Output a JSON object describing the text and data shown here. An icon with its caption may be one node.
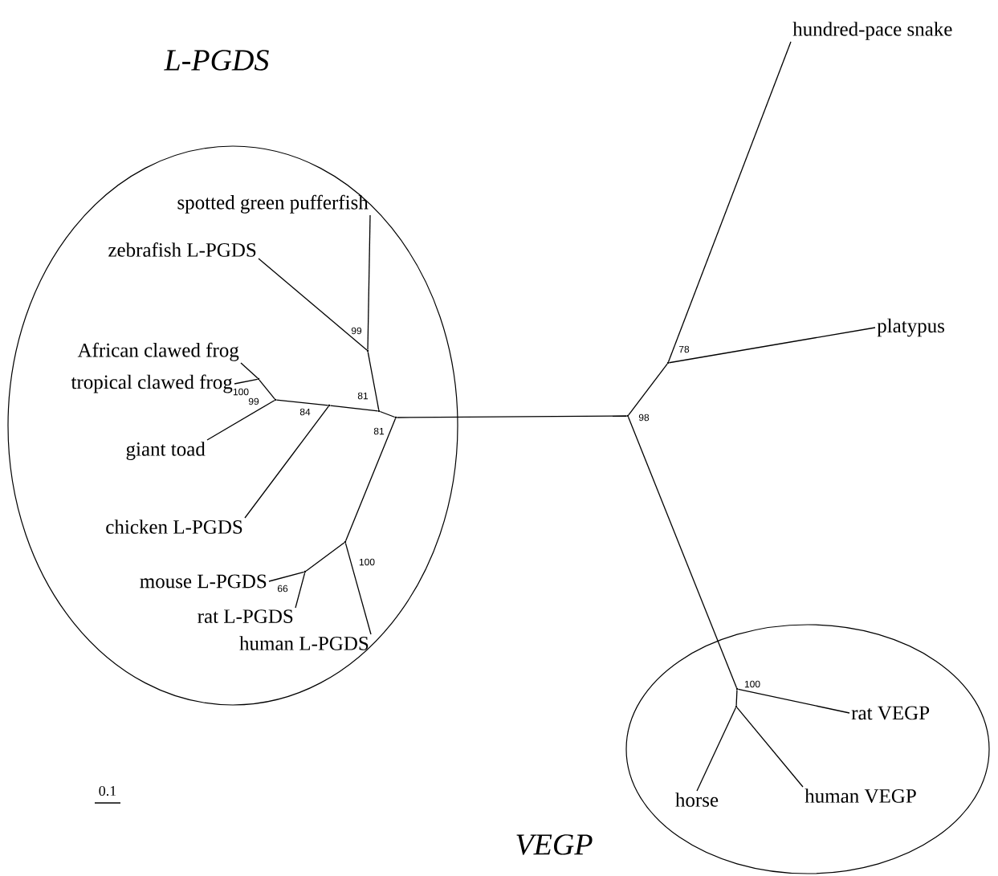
{
  "diagram": {
    "nodes": [
      {
        "text": [
          "L-PGDS"
        ]
      },
      {
        "text": [
          "VEGP"
        ]
      },
      {
        "text": [
          "hundred-pace snake"
        ]
      },
      {
        "text": [
          "spotted green pufferfish"
        ],
        "in": 0
      },
      {
        "text": [
          "zebrafish L-PGDS"
        ],
        "in": 0
      },
      {
        "text": [
          "platypus"
        ]
      },
      {
        "text": [
          "African clawed frog"
        ],
        "in": 0
      },
      {
        "text": [
          "tropical clawed frog"
        ],
        "in": 0
      },
      {
        "text": [
          "giant toad"
        ],
        "in": 0
      },
      {
        "text": [
          "chicken L-PGDS"
        ],
        "in": 0
      },
      {
        "text": [
          "mouse L-PGDS"
        ],
        "in": 0
      },
      {
        "text": [
          "rat L-PGDS"
        ],
        "in": 0
      },
      {
        "text": [
          "human L-PGDS"
        ],
        "in": 0
      },
      {
        "text": [
          "rat VEGP"
        ],
        "in": 1
      },
      {
        "text": [
          "horse"
        ],
        "in": 1
      },
      {
        "text": [
          "human VEGP"
        ],
        "in": 1
      },
      {
        "text": [],
        "shape": "point",
        "beside": [
          "99"
        ],
        "in": 0
      },
      {
        "text": [],
        "shape": "point",
        "beside": [
          "81"
        ],
        "in": 0
      },
      {
        "text": [],
        "shape": "point",
        "in": 0
      },
      {
        "text": [],
        "shape": "point",
        "beside": [
          "99"
        ],
        "in": 0
      },
      {
        "text": [],
        "shape": "point",
        "beside": [
          "84"
        ],
        "in": 0
      },
      {
        "text": [],
        "shape": "point",
        "beside": [
          "81"
        ],
        "in": 0
      },
      {
        "text": [],
        "shape": "point",
        "beside": [
          "100"
        ],
        "in": 0
      },
      {
        "text": [],
        "shape": "point",
        "in": 0
      },
      {
        "text": [],
        "shape": "point",
        "beside": [
          "98"
        ]
      },
      {
        "text": [],
        "shape": "point",
        "beside": [
          "78"
        ]
      },
      {
        "text": [],
        "shape": "point",
        "beside": [
          "100"
        ],
        "in": 1
      },
      {
        "text": [],
        "shape": "point",
        "in": 1
      }
    ],
    "edges": [
      {
        "from": 16,
        "to": 3,
        "arrow": "none"
      },
      {
        "from": 16,
        "to": 4,
        "arrow": "none"
      },
      {
        "from": 17,
        "to": 16,
        "arrow": "none"
      },
      {
        "from": 18,
        "to": 6,
        "arrow": "none"
      },
      {
        "from": 18,
        "to": 7,
        "arrow": "none"
      },
      {
        "from": 19,
        "to": 18,
        "arrow": "none"
      },
      {
        "from": 19,
        "to": 8,
        "arrow": "none"
      },
      {
        "from": 20,
        "to": 19,
        "arrow": "none"
      },
      {
        "from": 20,
        "to": 9,
        "arrow": "none"
      },
      {
        "from": 17,
        "to": 20,
        "arrow": "none"
      },
      {
        "from": 21,
        "to": 17,
        "arrow": "none"
      },
      {
        "from": 21,
        "to": 22,
        "arrow": "none"
      },
      {
        "from": 22,
        "to": 23,
        "arrow": "none"
      },
      {
        "from": 23,
        "to": 10,
        "arrow": "none"
      },
      {
        "from": 23,
        "to": 11,
        "arrow": "none"
      },
      {
        "from": 22,
        "to": 12,
        "arrow": "none"
      },
      {
        "from": 21,
        "to": 24,
        "arrow": "none"
      },
      {
        "from": 24,
        "to": 25,
        "arrow": "none"
      },
      {
        "from": 25,
        "to": 2,
        "arrow": "none"
      },
      {
        "from": 25,
        "to": 5,
        "arrow": "none"
      },
      {
        "from": 24,
        "to": 26,
        "arrow": "none"
      },
      {
        "from": 26,
        "to": 13,
        "arrow": "none"
      },
      {
        "from": 26,
        "to": 27,
        "arrow": "none"
      },
      {
        "from": 27,
        "to": 14,
        "arrow": "none"
      },
      {
        "from": 27,
        "to": 15,
        "arrow": "none"
      }
    ],
    "labels": [
      "100",
      "66",
      "0.1"
    ]
  }
}
